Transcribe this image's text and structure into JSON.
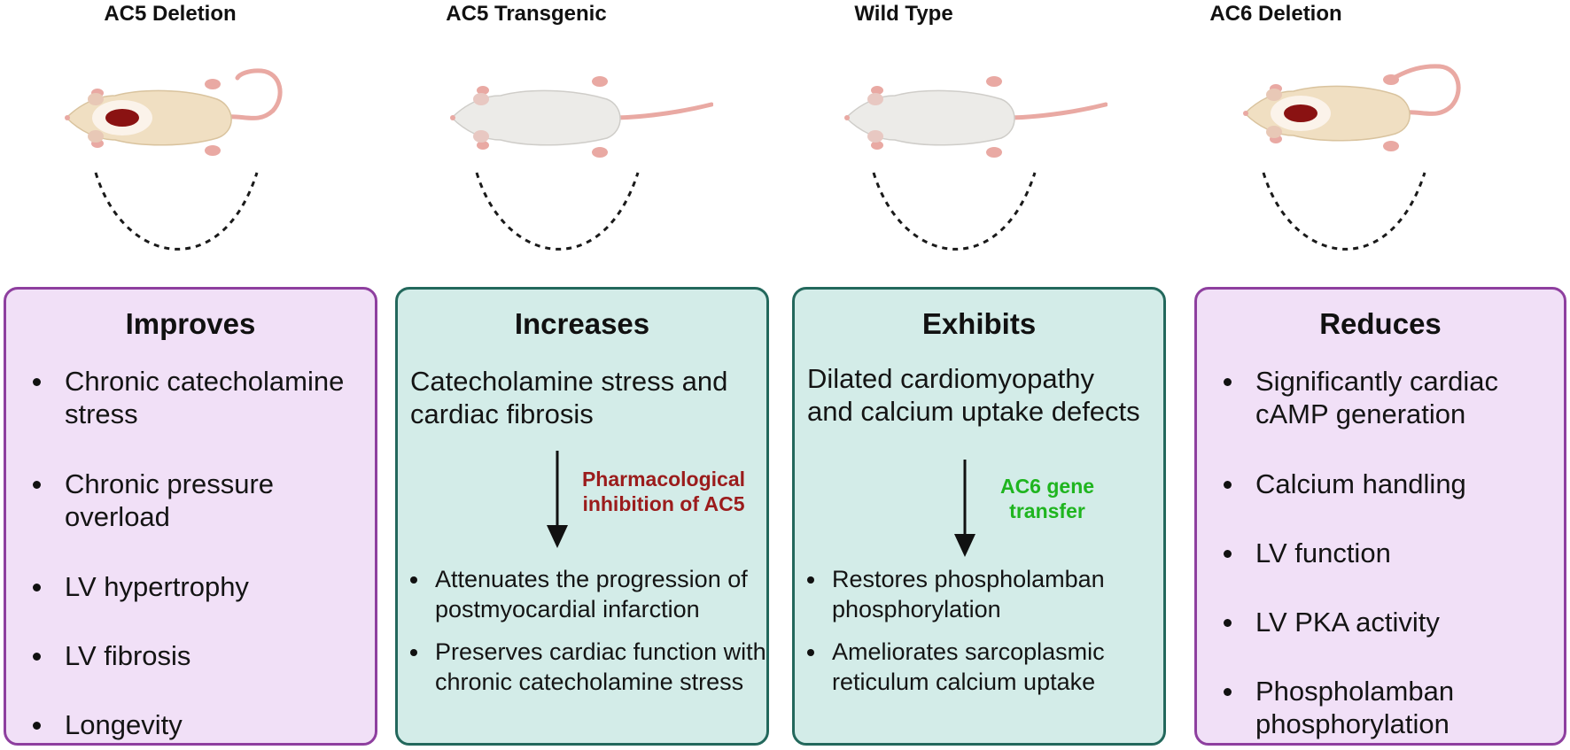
{
  "columns": [
    {
      "title": "AC5 Deletion",
      "mouse": "knockout-mouse-with-heart",
      "panel": {
        "heading": "Improves",
        "color": "purple",
        "items": [
          "Chronic catecholamine stress",
          "Chronic pressure overload",
          "LV hypertrophy",
          "LV fibrosis",
          "Longevity"
        ]
      }
    },
    {
      "title": "AC5 Transgenic",
      "mouse": "white-mouse",
      "panel": {
        "heading": "Increases",
        "color": "teal",
        "intro": "Catecholamine stress and cardiac fibrosis",
        "arrow_label": "Pharmacological inhibition of AC5",
        "arrow_label_color": "#9b1c1c",
        "items": [
          "Attenuates the progression of postmyocardial infarction",
          "Preserves cardiac function with chronic catecholamine stress"
        ]
      }
    },
    {
      "title": "Wild Type",
      "mouse": "white-mouse",
      "panel": {
        "heading": "Exhibits",
        "color": "teal",
        "intro": "Dilated cardiomyopathy and calcium uptake defects",
        "arrow_label": "AC6 gene transfer",
        "arrow_label_color": "#1fb51f",
        "items": [
          "Restores phospholamban phosphorylation",
          "Ameliorates sarcoplasmic reticulum calcium uptake"
        ]
      }
    },
    {
      "title": "AC6 Deletion",
      "mouse": "knockout-mouse-with-heart",
      "panel": {
        "heading": "Reduces",
        "color": "purple",
        "items": [
          "Significantly cardiac cAMP generation",
          "Calcium handling",
          "LV function",
          "LV PKA activity",
          "Phospholamban phosphorylation"
        ]
      }
    }
  ],
  "colors": {
    "purple_fill": "#f1e0f7",
    "purple_border": "#8e3f9f",
    "teal_fill": "#d3ece8",
    "teal_border": "#23685c",
    "ko_mouse_body": "#f0dfc2",
    "white_mouse_body": "#ecebe8",
    "tail": "#e9a9a3",
    "heart": "#8a1212"
  }
}
